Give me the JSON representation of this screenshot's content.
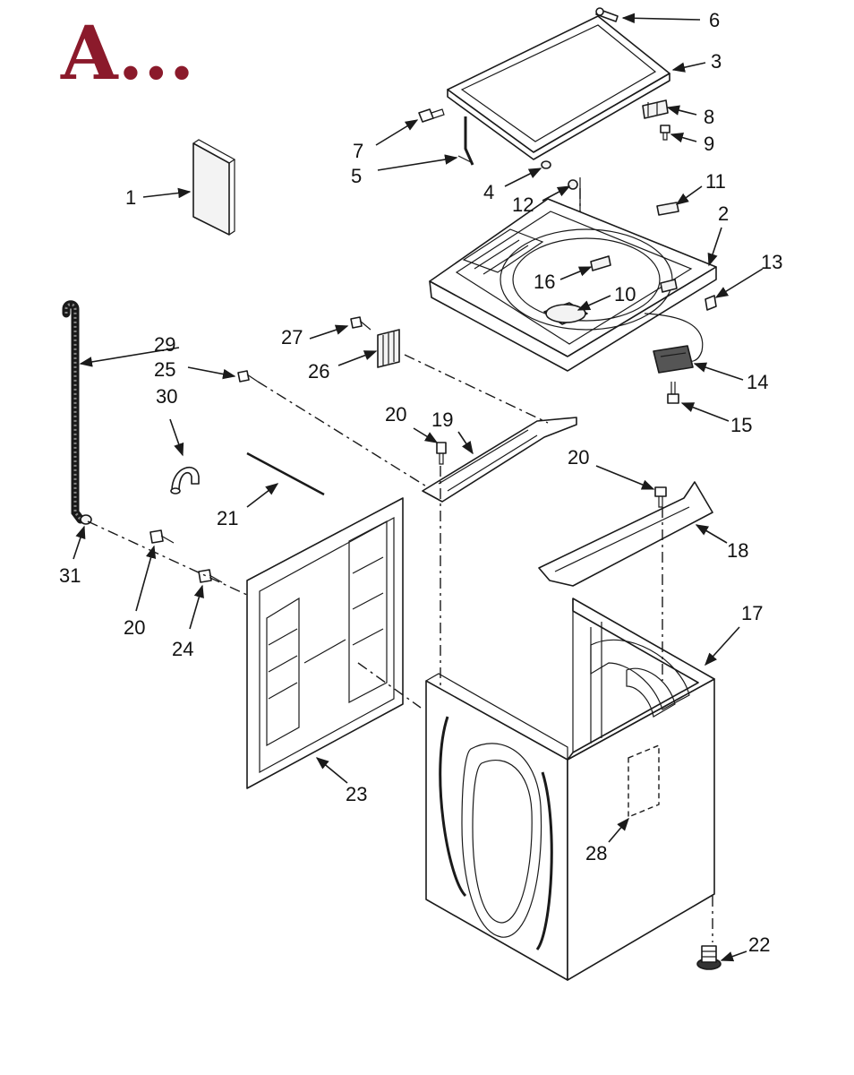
{
  "heading": {
    "text": "A...",
    "color": "#8b1a2b"
  },
  "callouts": {
    "n1": "1",
    "n2": "2",
    "n3": "3",
    "n4": "4",
    "n5": "5",
    "n6": "6",
    "n7": "7",
    "n8": "8",
    "n9": "9",
    "n10": "10",
    "n11": "11",
    "n12": "12",
    "n13": "13",
    "n14": "14",
    "n15": "15",
    "n16": "16",
    "n17": "17",
    "n18": "18",
    "n19": "19",
    "n20": "20",
    "n21": "21",
    "n22": "22",
    "n23": "23",
    "n24": "24",
    "n25": "25",
    "n26": "26",
    "n27": "27",
    "n28": "28",
    "n29": "29",
    "n30": "30",
    "n31": "31"
  }
}
